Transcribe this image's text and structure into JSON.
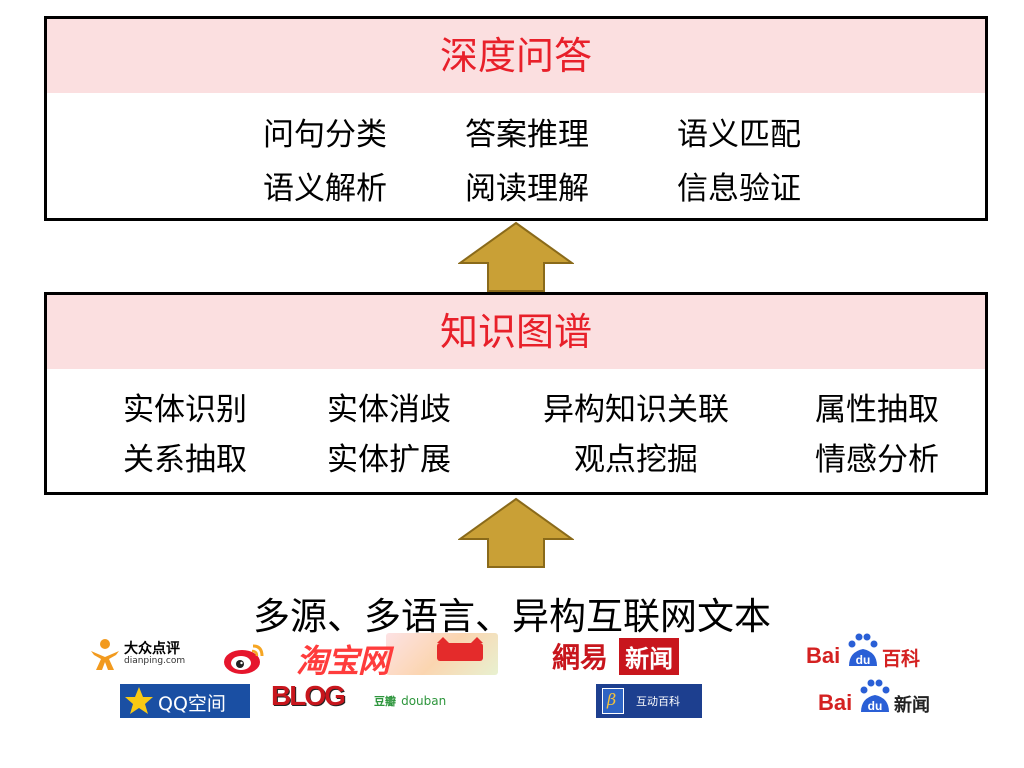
{
  "top_box": {
    "title": "深度问答",
    "items": [
      "问句分类",
      "答案推理",
      "语义匹配",
      "语义解析",
      "阅读理解",
      "信息验证"
    ]
  },
  "mid_box": {
    "title": "知识图谱",
    "items": [
      "实体识别",
      "实体消歧",
      "异构知识关联",
      "属性抽取",
      "关系抽取",
      "实体扩展",
      "观点挖掘",
      "情感分析"
    ]
  },
  "source": {
    "title": "多源、多语言、异构互联网文本"
  },
  "logos": {
    "dianping_cn": "大众点评",
    "dianping_en": "dianping.com",
    "taobao": "淘宝网",
    "wangyi": "網易",
    "wangyi_news": "新闻",
    "baike_bai": "Bai",
    "baike_du": "du",
    "baike_label": "百科",
    "qq": "QQ空间",
    "blog": "BLOG",
    "douban_cn": "豆瓣",
    "douban_en": "douban",
    "hudong": "互动百科",
    "bnews_bai": "Bai",
    "bnews_du": "du",
    "bnews_label": "新闻"
  },
  "colors": {
    "header_bg": "#fbdfe0",
    "header_text": "#e8202a",
    "arrow_fill": "#c9a036",
    "arrow_stroke": "#8a6a1a"
  }
}
